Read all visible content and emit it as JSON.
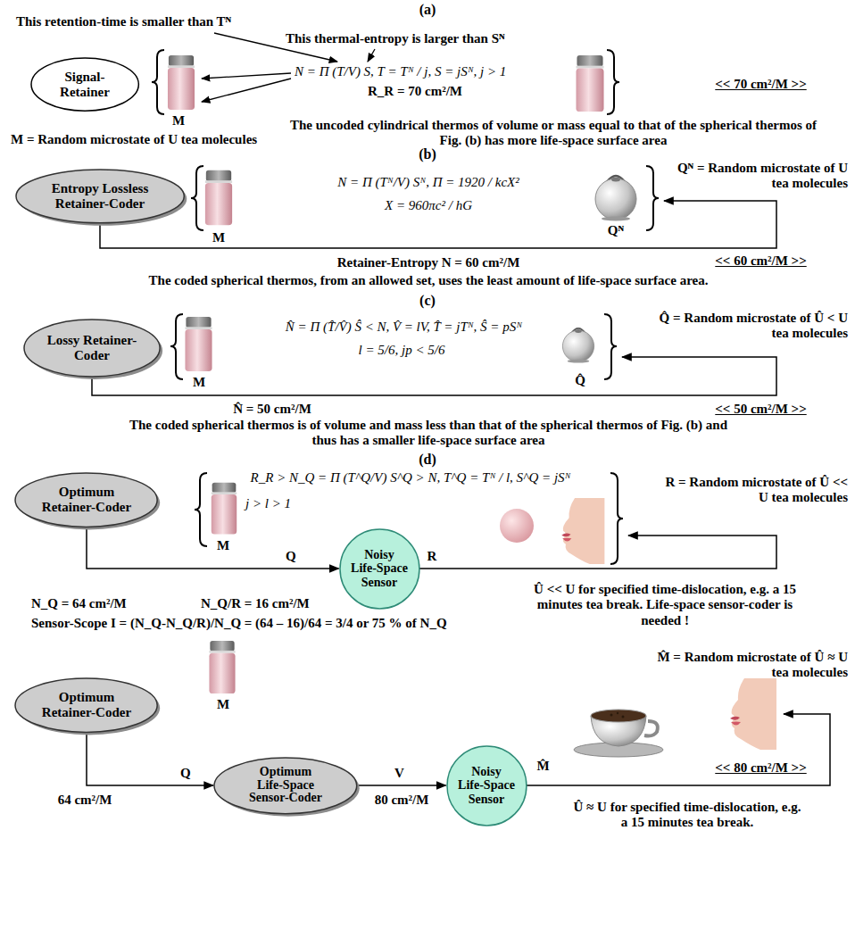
{
  "diagram": {
    "nodes": [
      {
        "text": [
          "Signal-Retainer"
        ]
      },
      {
        "text": [
          "Entropy Lossless Retainer-Coder"
        ]
      },
      {
        "text": [
          "Lossy Retainer-Coder"
        ]
      },
      {
        "text": [
          "Optimum Retainer-Coder"
        ]
      },
      {
        "text": [
          "Noisy Life-Space Sensor"
        ]
      },
      {
        "text": [
          "Optimum Retainer-Coder"
        ]
      },
      {
        "text": [
          "Optimum Life-Space Sensor-Coder"
        ]
      },
      {
        "text": [
          "Noisy Life-Space Sensor"
        ]
      }
    ],
    "edges": [
      {
        "from": 3,
        "to": 4,
        "label": "Q",
        "arrow": "to"
      },
      {
        "from": 5,
        "to": 6,
        "label": "Q",
        "arrow": "to"
      },
      {
        "from": 6,
        "to": 7,
        "label": "V",
        "arrow": "to"
      }
    ],
    "labels": [
      "(a)",
      "This retention-time is smaller than Tᴺ",
      "This thermal-entropy is larger than Sᴺ",
      "N = Π (T/V) S, T = Tᴺ / j, S = jSᴺ, j > 1",
      "R_R = 70 cm²/M",
      "M",
      "M = Random microstate of U tea molecules",
      "The uncoded cylindrical thermos of volume or mass equal to that of the spherical thermos of Fig. (b) has more life-space surface area",
      "<< 70 cm²/M >>",
      "(b)",
      "M",
      "N = Π (Tᴺ/V) Sᴺ, Π = 1920 / kcX²",
      "X = 960πc² / hG",
      "Qᴺ",
      "Qᴺ = Random microstate of U tea molecules",
      "Retainer-Entropy N = 60 cm²/M",
      "<< 60 cm²/M >>",
      "The coded spherical thermos, from an allowed set, uses the least amount of life-space surface area.",
      "(c)",
      "N̂ = Π (T̂/V̂) Ŝ < N, V̂ = lV, T̂ = jTᴺ, Ŝ = pSᴺ",
      "l = 5/6, jp < 5/6",
      "M",
      "Q̂",
      "Q̂ = Random microstate of Û < U tea molecules",
      "N̂ = 50 cm²/M",
      "<< 50 cm²/M >>",
      "The coded spherical thermos is of volume and mass less than that of the spherical thermos of Fig. (b) and thus has a smaller life-space surface area",
      "(d)",
      "R_R > N_Q = Π (T^Q/V) S^Q > N, T^Q = Tᴺ / l, S^Q = jSᴺ",
      "j > l > 1",
      "M",
      "R = Random microstate of Û << U tea molecules",
      "R",
      "N_Q = 64 cm²/M",
      "N_Q/R = 16 cm²/M",
      "Sensor-Scope I = (N_Q-N_Q/R)/N_Q = (64 – 16)/64 = 3/4 or 75 % of N_Q",
      "Û << U for specified time-dislocation, e.g. a 15 minutes tea break. Life-space sensor-coder is needed !",
      "M",
      "M̂ = Random microstate of Û ≈ U tea molecules",
      "M̂",
      "64 cm²/M",
      "80 cm²/M",
      "<< 80 cm²/M >>",
      "Û ≈ U for specified time-dislocation, e.g. a 15 minutes tea break."
    ]
  }
}
